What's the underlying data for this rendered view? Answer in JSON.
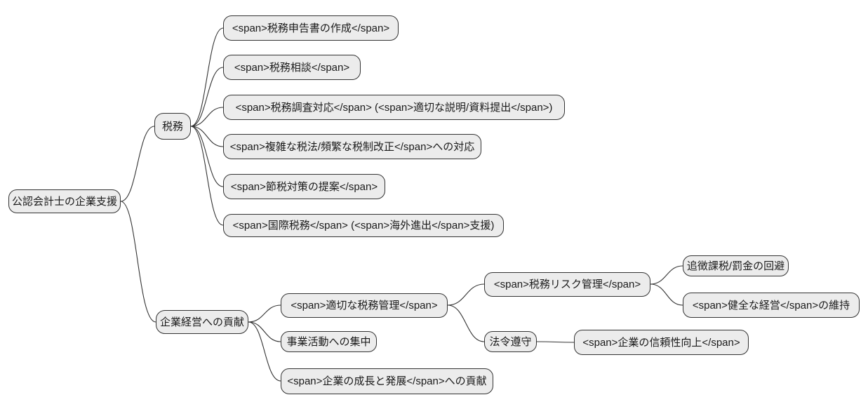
{
  "diagram_type": "mindmap",
  "colors": {
    "background": "#ffffff",
    "node_fill": "#ececec",
    "node_border": "#333333",
    "edge": "#333333",
    "text": "#1a1a1a"
  },
  "mindmap": {
    "root": {
      "label": "公認会計士の企業支援",
      "children": [
        {
          "label": "税務",
          "children": [
            {
              "label": "<span>税務申告書の作成</span>"
            },
            {
              "label": "<span>税務相談</span>"
            },
            {
              "label": "<span>税務調査対応</span> (<span>適切な説明/資料提出</span>)"
            },
            {
              "label": "<span>複雑な税法/頻繁な税制改正</span>への対応"
            },
            {
              "label": "<span>節税対策の提案</span>"
            },
            {
              "label": "<span>国際税務</span> (<span>海外進出</span>支援)"
            }
          ]
        },
        {
          "label": "企業経営への貢献",
          "children": [
            {
              "label": "<span>適切な税務管理</span>",
              "children": [
                {
                  "label": "<span>税務リスク管理</span>",
                  "children": [
                    {
                      "label": "追徴課税/罰金の回避"
                    },
                    {
                      "label": "<span>健全な経営</span>の維持"
                    }
                  ]
                },
                {
                  "label": "法令遵守",
                  "children": [
                    {
                      "label": "<span>企業の信頼性向上</span>"
                    }
                  ]
                }
              ]
            },
            {
              "label": "事業活動への集中"
            },
            {
              "label": "<span>企業の成長と発展</span>への貢献"
            }
          ]
        }
      ]
    }
  }
}
